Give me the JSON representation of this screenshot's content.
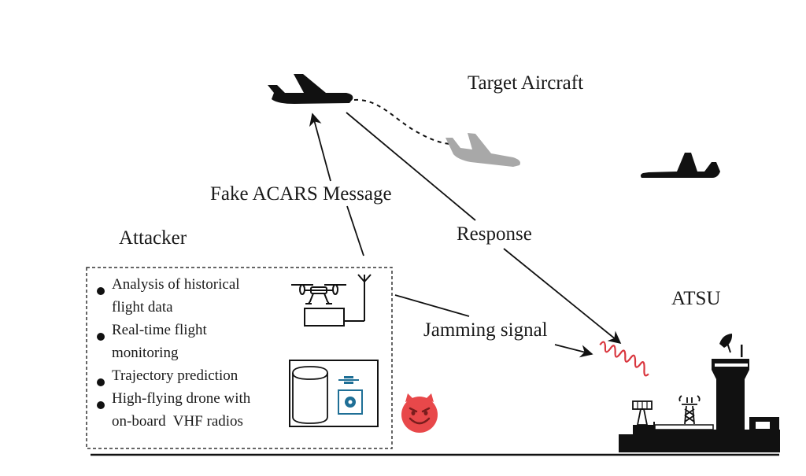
{
  "labels": {
    "target_aircraft": "Target Aircraft",
    "fake_acars": "Fake ACARS Message",
    "response": "Response",
    "attacker": "Attacker",
    "jamming": "Jamming signal",
    "atsu": "ATSU"
  },
  "attacker_capabilities": [
    {
      "lines": [
        "Analysis of historical",
        "flight data"
      ]
    },
    {
      "lines": [
        "Real-time flight",
        "monitoring"
      ]
    },
    {
      "lines": [
        "Trajectory prediction"
      ]
    },
    {
      "lines": [
        "High-flying drone with",
        "on-board  VHF radios"
      ]
    }
  ],
  "icons": {
    "target_aircraft": "airplane-icon",
    "ghost_aircraft": "airplane-ghost-icon",
    "other_aircraft": "airplane-icon",
    "drone": "drone-icon",
    "antenna": "antenna-icon",
    "server": "database-server-icon",
    "attacker_avatar": "devil-face-emoji",
    "jamming_wave": "jamming-wave-icon",
    "control_tower": "control-tower-icon",
    "radar": "radar-icon",
    "radio_tower": "radio-tower-icon"
  },
  "colors": {
    "ink": "#111111",
    "ghost_plane": "#a8a8a8",
    "jamming": "#d9363e",
    "server_accent": "#1f6f96",
    "devil": "#e8484a"
  }
}
